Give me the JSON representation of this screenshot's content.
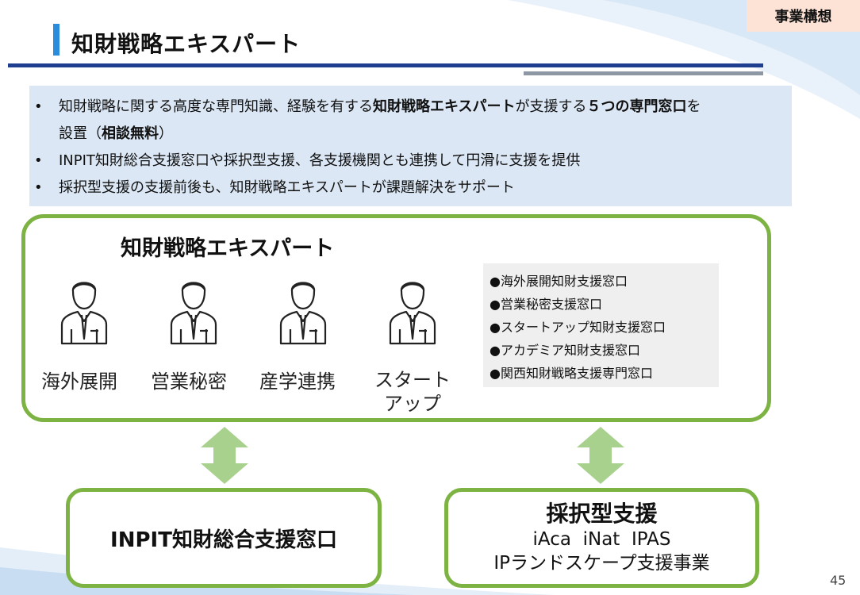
{
  "header": {
    "tag_label": "事業構想",
    "title": "知財戦略エキスパート"
  },
  "intro": {
    "bullets": [
      {
        "parts": [
          "知財戦略に関する高度な専門知識、経験を有する",
          "知財戦略エキスパート",
          "が支援する",
          "５つの専門窓口",
          "を"
        ],
        "cont_parts": [
          "設置（",
          "相談無料",
          "）"
        ]
      },
      {
        "text": "INPIT知財総合支援窓口や採択型支援、各支援機関とも連携して円滑に支援を提供"
      },
      {
        "text": "採択型支援の支援前後も、知財戦略エキスパートが課題解決をサポート"
      }
    ]
  },
  "expert": {
    "title": "知財戦略エキスパート",
    "people": [
      {
        "label": "海外展開",
        "icon": "businessperson-icon"
      },
      {
        "label": "営業秘密",
        "icon": "businessperson-icon"
      },
      {
        "label": "産学連携",
        "icon": "businessperson-icon"
      },
      {
        "label_line1": "スタート",
        "label_line2": "アップ",
        "icon": "businessperson-icon"
      }
    ],
    "windows": [
      "●海外展開知財支援窓口",
      "●営業秘密支援窓口",
      "●スタートアップ知財支援窓口",
      "●アカデミア知財支援窓口",
      "●関西知財戦略支援専門窓口"
    ]
  },
  "bottom": {
    "inpit_label": "INPIT知財総合支援窓口",
    "adopt": {
      "title": "採択型支援",
      "line1": "iAca  iNat  IPAS",
      "line2": "IPランドスケープ支援事業"
    }
  },
  "page_number": "45",
  "colors": {
    "accent_blue": "#2a8cdc",
    "rule_navy": "#1e3f8f",
    "box_green": "#7cb342",
    "arrow_green": "#a9d18e",
    "intro_bg": "#dbe7f5",
    "tag_bg": "#fde3d6"
  }
}
